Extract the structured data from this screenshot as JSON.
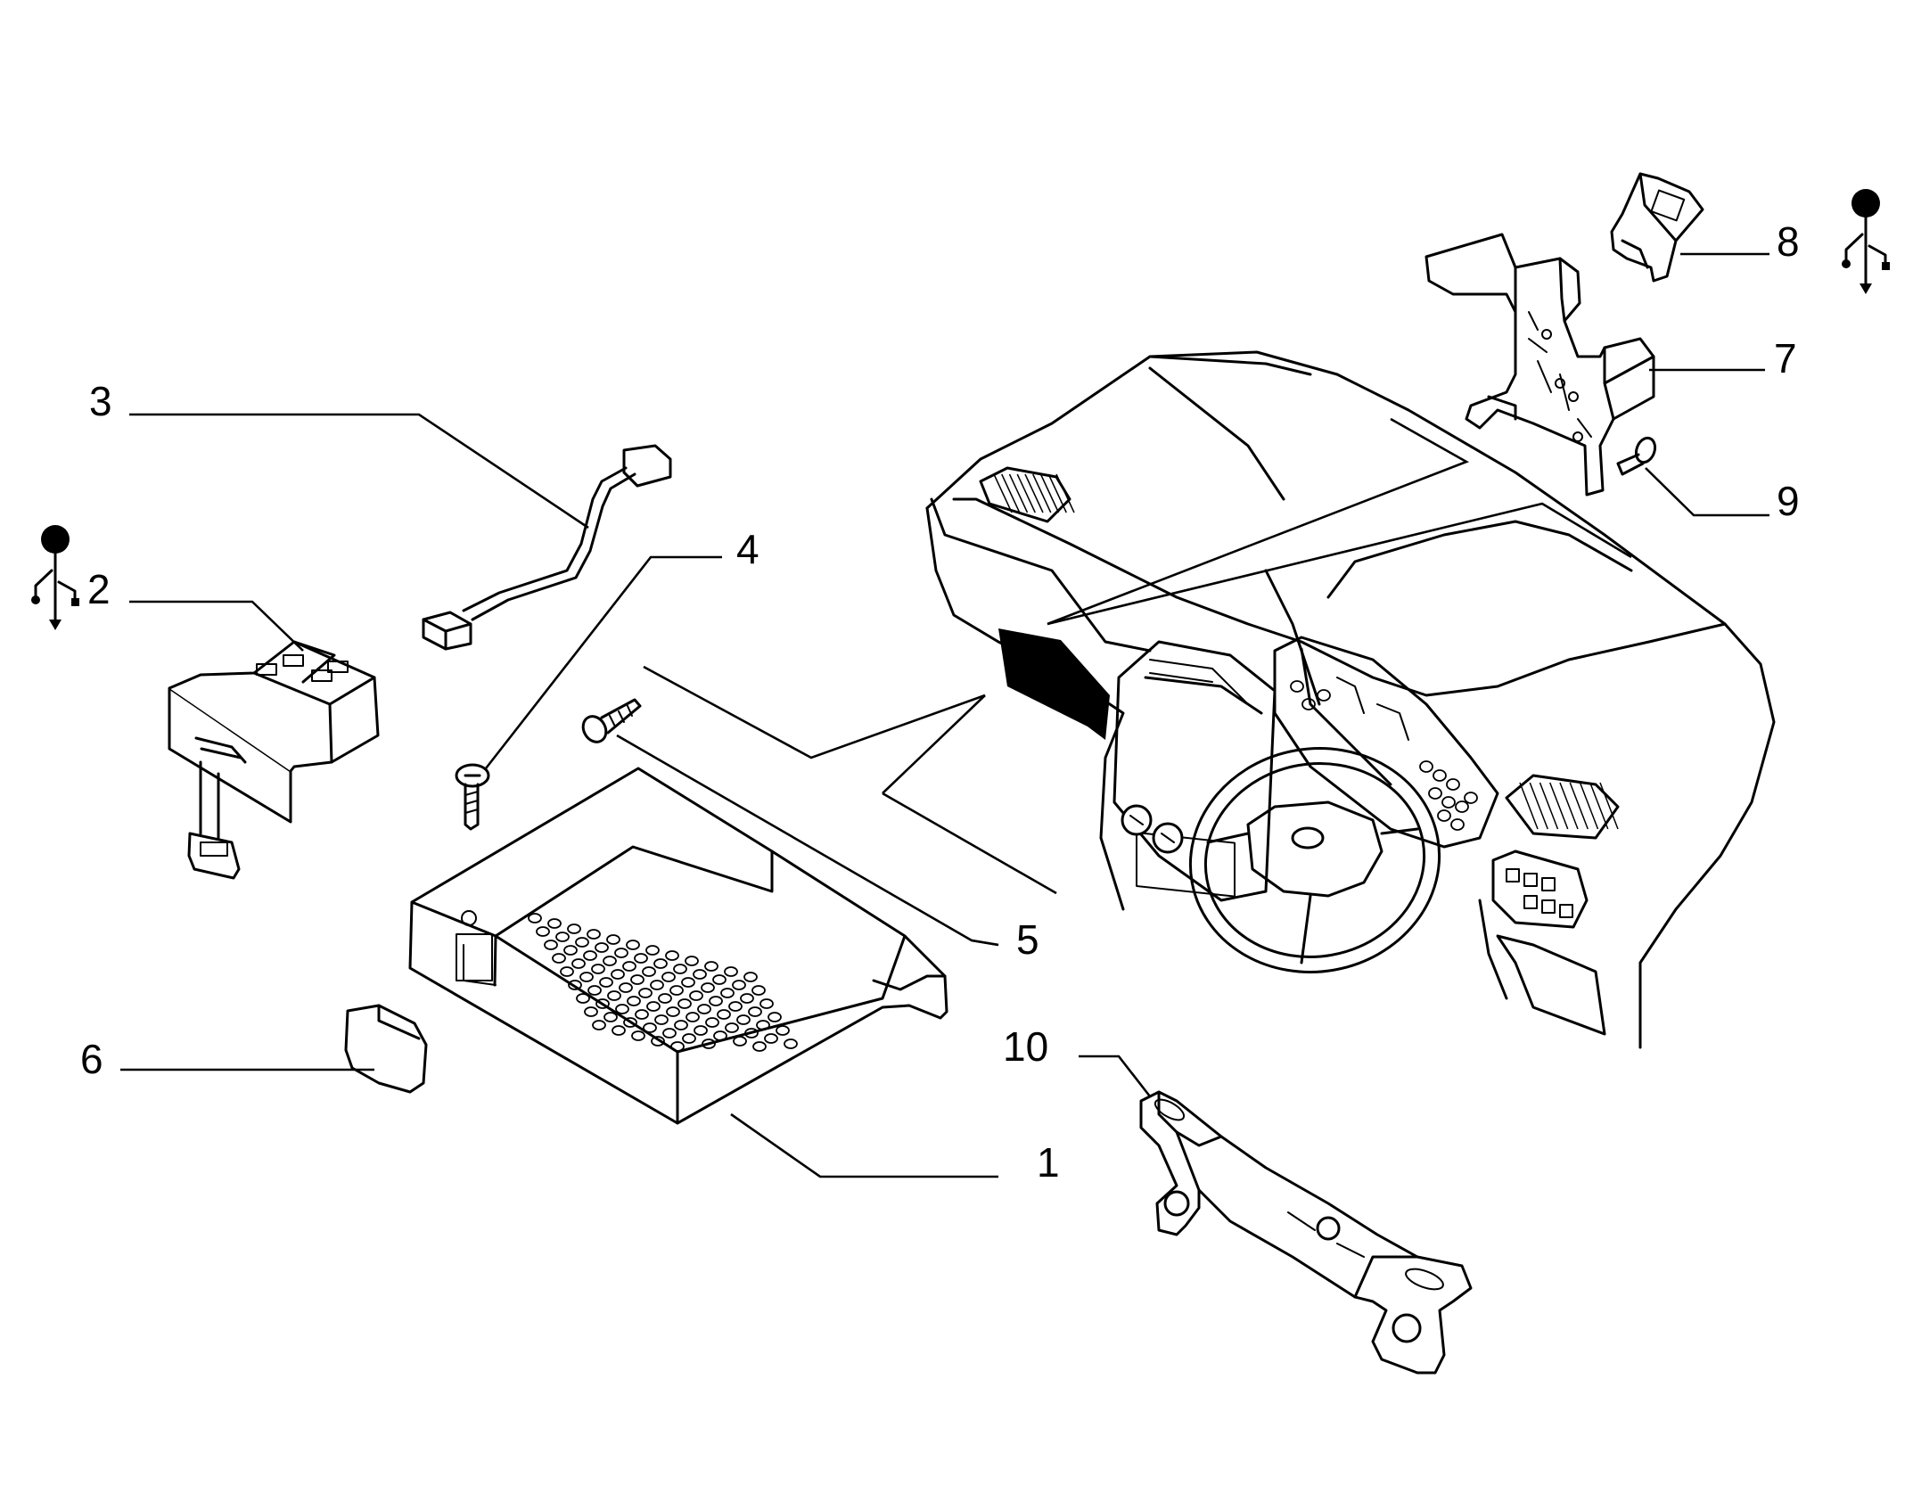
{
  "diagram": {
    "callouts": [
      {
        "id": "c1",
        "label": "1"
      },
      {
        "id": "c2",
        "label": "2"
      },
      {
        "id": "c3",
        "label": "3"
      },
      {
        "id": "c4",
        "label": "4"
      },
      {
        "id": "c5",
        "label": "5"
      },
      {
        "id": "c6",
        "label": "6"
      },
      {
        "id": "c7",
        "label": "7"
      },
      {
        "id": "c8",
        "label": "8"
      },
      {
        "id": "c9",
        "label": "9"
      },
      {
        "id": "c10",
        "label": "10"
      }
    ],
    "symbols": [
      "usb-icon",
      "usb-icon"
    ]
  }
}
